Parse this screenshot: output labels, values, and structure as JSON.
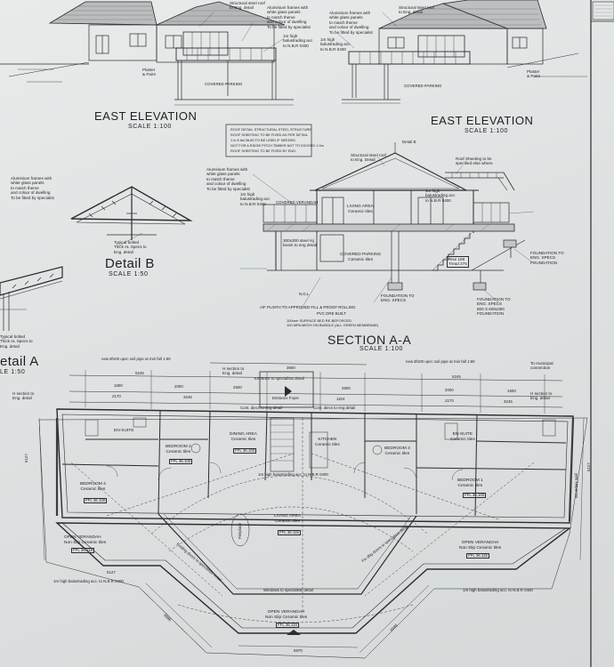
{
  "drawing": {
    "elevations": [
      {
        "title": "EAST ELEVATION",
        "scale": "SCALE 1:100",
        "notes": [
          "Structural steel roof\nto Eng. detail",
          "Aluminium frames with\nwhite glass panels\nto match theme\nand colour of dwelling\nTo be fitted by specialist",
          "1m high\nbalustrading acc\nto N.B.R 0400",
          "COVERED PARKING",
          "Plaster\n& Paint"
        ]
      },
      {
        "title": "EAST ELEVATION",
        "scale": "SCALE 1:100",
        "notes": [
          "Structural steel roof\nto Eng. detail",
          "Aluminium frames with\nwhite glass panels\nto match theme\nand colour of dwelling\nTo be fitted by specialist",
          "1m high\nbalustrading acc\nto N.B.R 0400",
          "COVERED PARKING",
          "Plaster\n& Paint"
        ]
      }
    ],
    "roof_notes": "ROOF DETAIL STRUCTURAL STEEL STRUCTURE\nROOF SHEETING TO BE FIXED AS PER DETAIL\n1 in 8 fall 38-60 TO BE USED IF NEEDED\nNOT FOR A RIDGE PITCH TIMBER NOT TO EXCEED 1.0m\nROOF SHEETING TO BE FIXED BY ENG.",
    "detail_b": {
      "title": "Detail B",
      "scale": "SCALE 1:50",
      "notes": [
        "Aluminium frames with\nwhite glass panels\nto match theme\nand colour of dwelling\nTo be fitted by specialist",
        "Typical bolted\nThick AL Specs to\nEng. detail"
      ]
    },
    "detail_a": {
      "title": "etail A",
      "scale": "LE 1:50",
      "notes": [
        "Typical bolted\nThick AL Specs to\nEng. detail"
      ]
    },
    "section": {
      "title": "SECTION A-A",
      "scale": "SCALE 1:100",
      "notes": [
        "Structural steel roof\nto Eng. Detail",
        "Roof Sheeting to be\nspecified else where",
        "Detail B",
        "Aluminium frames with\nwhite glass panels\nto match theme\nand colour of dwelling\nTo be fitted by specialist",
        "1m high\nbalustrading acc\nto N.B.R 0400",
        "COVERED VERANDAH",
        "LIVING AREA\nCeramic tiles",
        "1m high\nbalustrading acc\nto N.B.R 0400",
        "COVERED PARKING\nCeramic tiles",
        "Rise 188\nTread 275",
        "FOUNDATION TO\nENG. SPECS",
        "FOUNDATION TO\nENG. SPECS\n600 X 600x300\nFOUNDATION",
        "FOUNDATION TO\nENG. SPECS\nFOUNDATION",
        "300x300 steel rsj\nbeam to eng detail",
        "N.G.L",
        "A/F PLINTH TO APPROVED FILL & PROOF ROLLING",
        "PVC DRE BUILT",
        "100mm SURFACE BED RE-BEFORCED\n100 MPA MESH ON BUNDLE (ALL GREEN MEMBRANE)"
      ]
    },
    "plan": {
      "labels": [
        "new Ø100 upvc soil pipe at min fall 1:60",
        "new Ø100 upvc soil pipe at min fall 1:60",
        "To municipal\nconnection",
        "H section to\nEng. detail",
        "H section to\nEng. detail",
        "H section to\nEng. detail",
        "Entrance Foyer",
        "Cont. diecs to eng detail",
        "Cont. diecs to eng detail",
        "Entrance to specialists detail",
        "DINING AREA\nCeramic tiles",
        "KITCHEN\nCeramic tiles",
        "BEDROOM 2\nCeramic tiles",
        "BEDROOM 3\nCeramic tiles",
        "BEDROOM 4\nCeramic tiles",
        "BEDROOM 1\nCeramic tiles",
        "EN-SUITE\nCeramic tiles",
        "EN-SUITE",
        "LIVING AREA\nCeramic tiles",
        "1m high balustrading acc. to N.B.R 0400",
        "OPEN VERANDAH\nNon Slip Ceramic tiles",
        "OPEN VERANDAH\nNon Slip Ceramic tiles",
        "OPEN VERANDAH\nNon Slip Ceramic tiles",
        "Folding doors to specialists detail",
        "Fix dbg doors to specialists detail",
        "Windows to specialists detail",
        "1m high balustrading acc. to N.B.R 0400",
        "1m high balustrading acc. to N.B.R 0400",
        "Fireplace",
        "Boundary wall",
        "FFL 36.100",
        "FFL 36.100",
        "FFL 36.100",
        "FFL 36.100",
        "FFL 36.115",
        "FFL 36.115",
        "FFL 36.115",
        "FFL 36.115"
      ],
      "dimensions": [
        "1600",
        "2000",
        "2600",
        "3600",
        "2600",
        "2000",
        "1600",
        "2170",
        "3245",
        "1104",
        "2170",
        "3245",
        "5245",
        "5245",
        "6127",
        "6127",
        "5127",
        "6670",
        "8986",
        "8986"
      ]
    }
  }
}
